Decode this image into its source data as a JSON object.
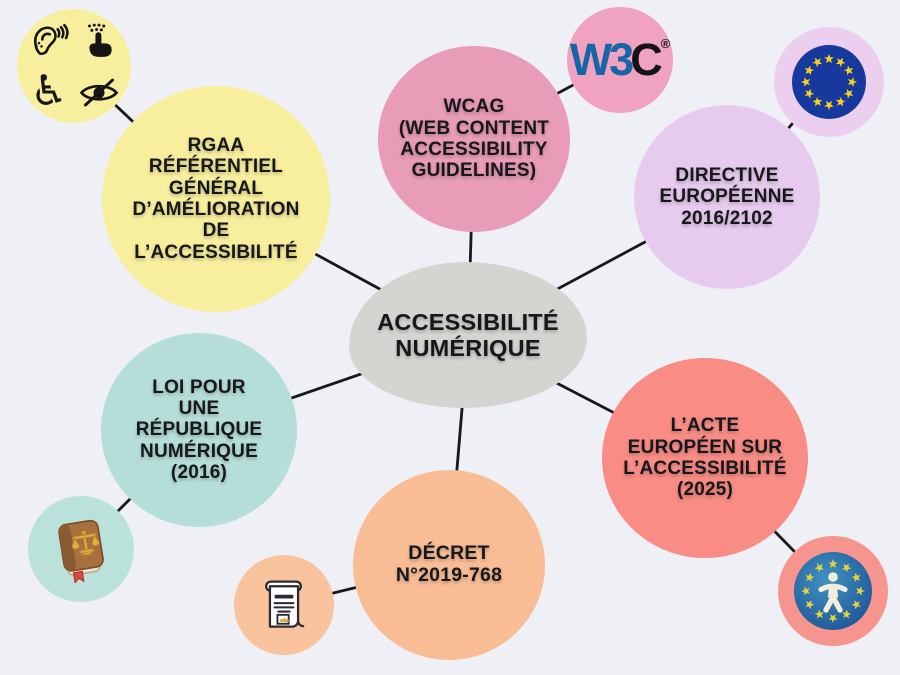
{
  "diagram": {
    "type": "mind-map",
    "topic": "accessibilité numérique"
  },
  "colors": {
    "background": "#eef0f6",
    "line": "#17171c",
    "text": "#17171c"
  },
  "center": {
    "label": "ACCESSIBILITÉ\nNUMÉRIQUE",
    "bg": "#d5d4d1"
  },
  "nodes": {
    "rgaa": {
      "label": "RGAA\nRÉFÉRENTIEL\nGÉNÉRAL\nD’AMÉLIORATION\nDE\nL’ACCESSIBILITÉ",
      "bg": "#f8ef9e"
    },
    "wcag": {
      "label": "WCAG\n(WEB CONTENT\nACCESSIBILITY\nGUIDELINES)",
      "bg": "#e99cb8"
    },
    "directive": {
      "label": "DIRECTIVE\nEUROPÉENNE\n2016/2102",
      "bg": "#e7cbee"
    },
    "acte": {
      "label": "L’ACTE\nEUROPÉEN SUR\nL’ACCESSIBILITÉ\n(2025)",
      "bg": "#f98d85"
    },
    "decret": {
      "label": "DÉCRET\nN°2019-768",
      "bg": "#f9bd96"
    },
    "loi": {
      "label": "LOI POUR\nUNE\nRÉPUBLIQUE\nNUMÉRIQUE\n(2016)",
      "bg": "#b6ded8"
    }
  },
  "badges": {
    "disability_icons": {
      "bg": "#f8ef9e",
      "icons": "hearing-icon, braille-touch-icon, wheelchair-icon, low-vision-icon",
      "wheelchair_glyph": "♿"
    },
    "w3c": {
      "bg": "#f0a3c1",
      "w3": "W3",
      "c": "C",
      "registered": "®",
      "w3_color": "#1565a7",
      "c_color": "#141418"
    },
    "eu_flag": {
      "bg": "#eccfef",
      "flag": "#17399e",
      "stars": "#f7d21a"
    },
    "eu_access_act": {
      "bg": "#f6958e",
      "disc_light": "#3f93bf",
      "disc_dark": "#1c4f96",
      "stars": "#e9d43c",
      "figure": "#f2eddc"
    },
    "decree_scroll": {
      "bg": "#f9c39e"
    },
    "law_book": {
      "bg": "#bae1da"
    }
  }
}
